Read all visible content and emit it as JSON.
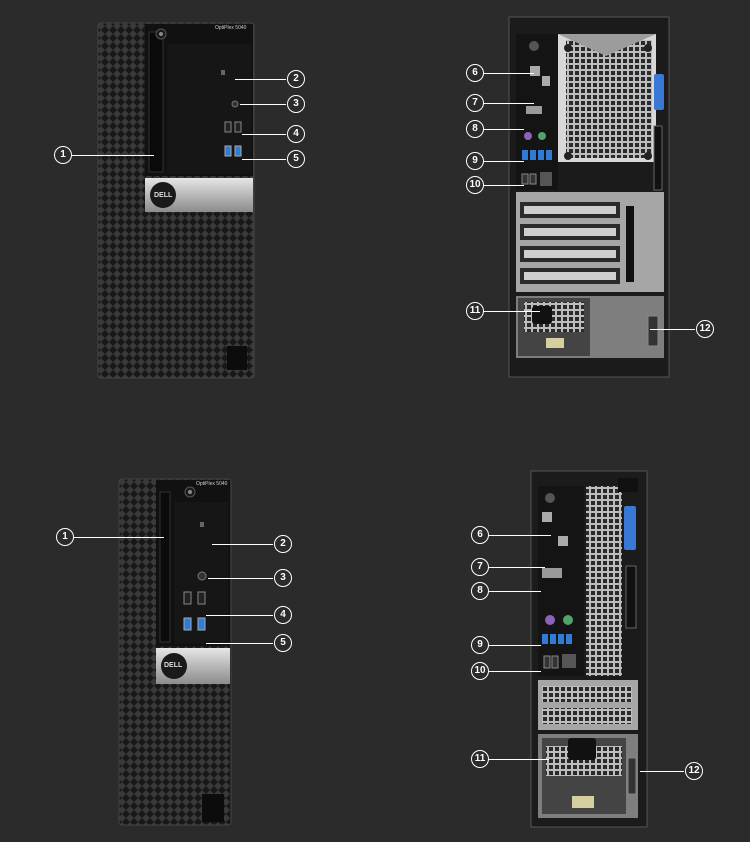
{
  "model_labels": {
    "mt": "OptiPlex 5040",
    "sff": "OptiPlex 5040"
  },
  "logo_text": "DELL",
  "callouts": {
    "mt_front": [
      "1",
      "2",
      "3",
      "4",
      "5"
    ],
    "mt_back": [
      "6",
      "7",
      "8",
      "9",
      "10",
      "11",
      "12"
    ],
    "sff_front": [
      "1",
      "2",
      "3",
      "4",
      "5"
    ],
    "sff_back": [
      "6",
      "7",
      "8",
      "9",
      "10",
      "11",
      "12"
    ]
  },
  "colors": {
    "background": "#2b2b2b",
    "usb3_blue": "#2f7bd6",
    "ps2_purple": "#8b63b8",
    "ps2_green": "#4fa36b"
  }
}
